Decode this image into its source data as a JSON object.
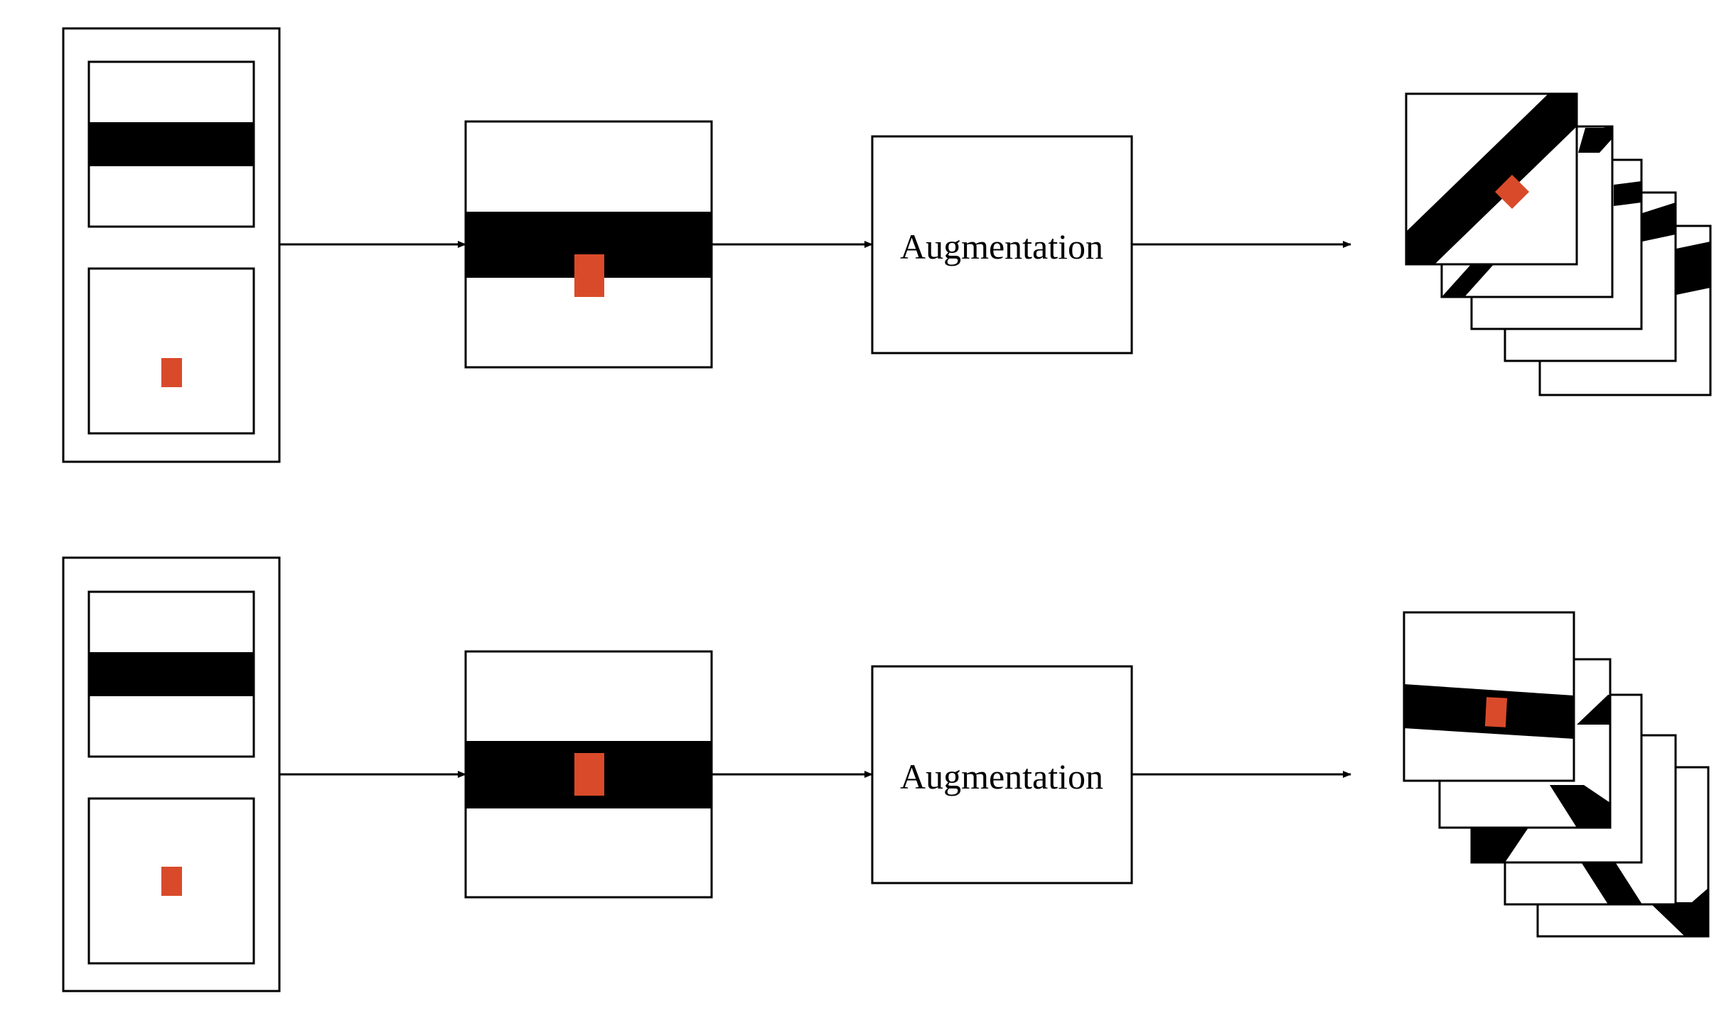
{
  "colors": {
    "background": "#ffffff",
    "stroke": "#000000",
    "band": "#000000",
    "marker": "#d94a2a"
  },
  "icons": {
    "arrow": "arrow-right-icon"
  },
  "pipelines": [
    {
      "name": "pipeline-top",
      "augmentation_label": "Augmentation",
      "outputs_band_direction": "diagonal"
    },
    {
      "name": "pipeline-bottom",
      "augmentation_label": "Augmentation",
      "outputs_band_direction": "horizontal"
    }
  ]
}
